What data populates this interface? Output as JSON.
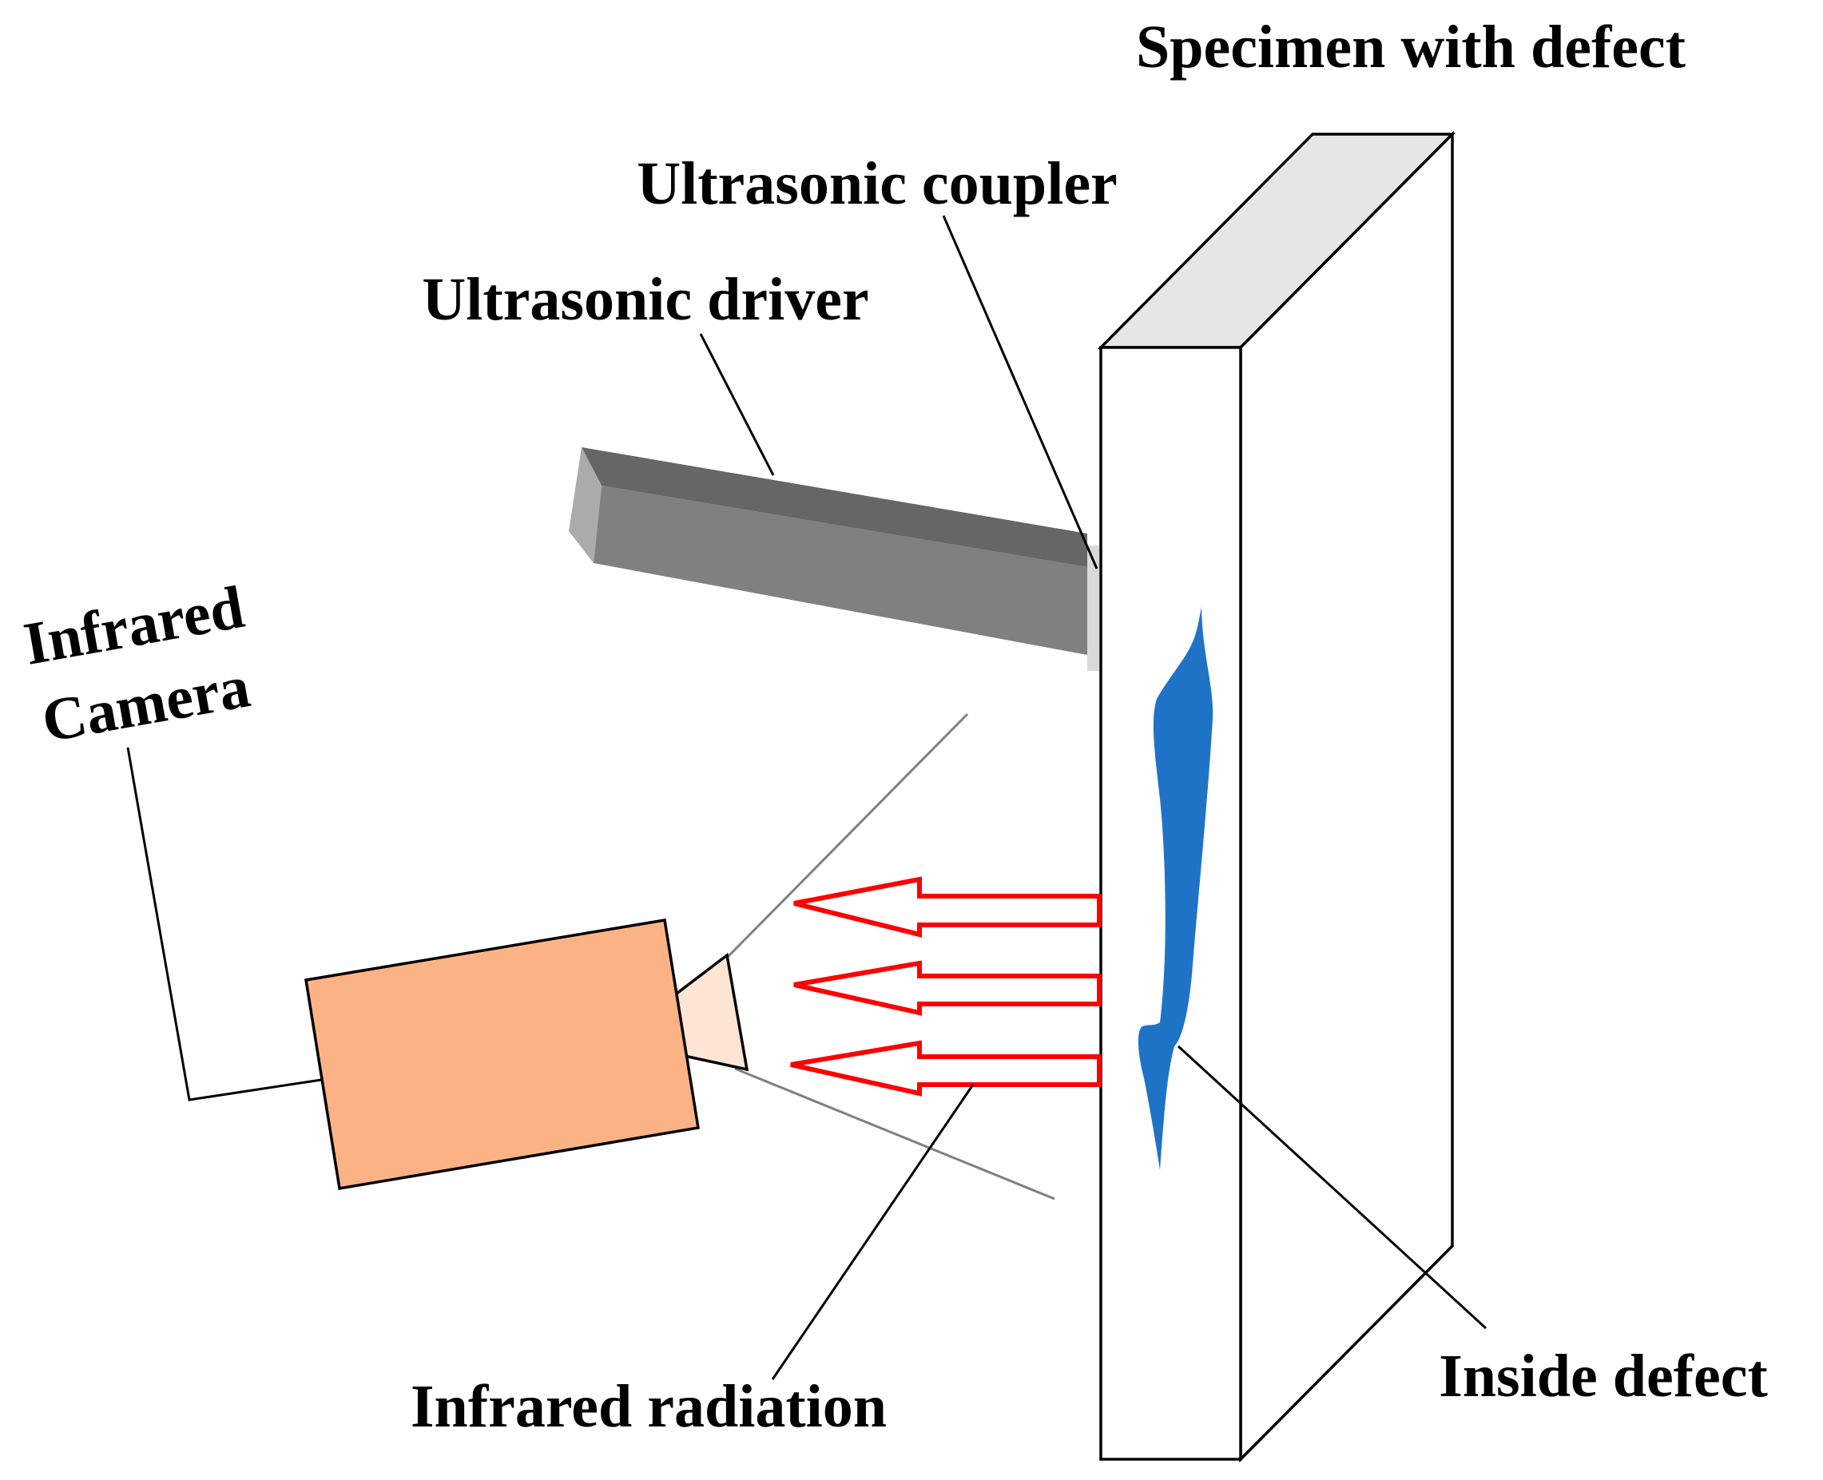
{
  "labels": {
    "specimen": "Specimen with defect",
    "coupler": "Ultrasonic coupler",
    "driver": "Ultrasonic driver",
    "camera_line1": "Infrared",
    "camera_line2": "Camera",
    "radiation": "Infrared radiation",
    "defect": "Inside defect"
  },
  "colors": {
    "specimen_top": "#e6e6e6",
    "specimen_face": "#ffffff",
    "driver_top": "#666666",
    "driver_front": "#808080",
    "driver_end": "#ababab",
    "coupler": "#d9d9d9",
    "defect": "#1f73c6",
    "camera_body": "#fbb285",
    "camera_lens": "#fde5d6",
    "radiation_arrow": "#ff0000",
    "fov_line": "#7f7f7f"
  },
  "radiation_arrow_count": 3
}
